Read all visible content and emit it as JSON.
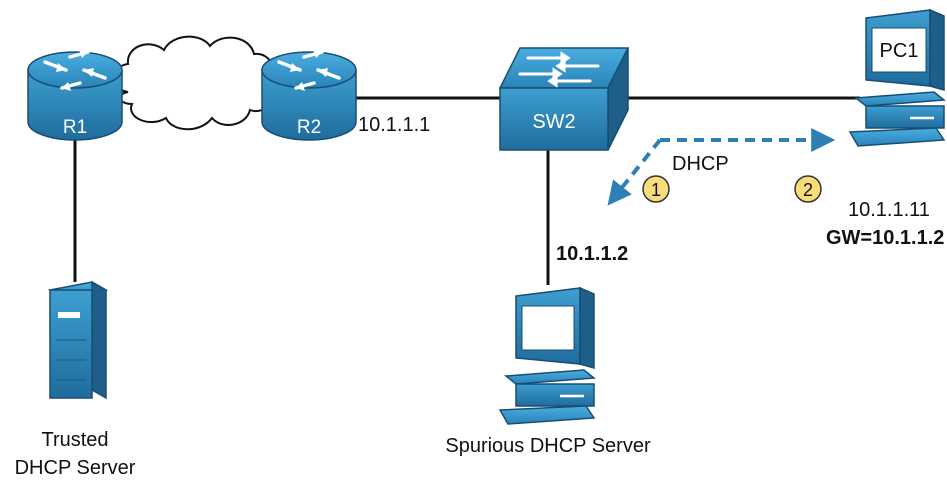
{
  "devices": {
    "r1": {
      "label": "R1"
    },
    "r2": {
      "label": "R2"
    },
    "sw2": {
      "label": "SW2"
    },
    "pc1": {
      "label": "PC1"
    },
    "trusted_server": {
      "label_line1": "Trusted",
      "label_line2": "DHCP Server"
    },
    "spurious_server": {
      "label": "Spurious DHCP Server"
    }
  },
  "addresses": {
    "r2_ip": "10.1.1.1",
    "spurious_ip": "10.1.1.2",
    "pc1_ip": "10.1.1.11",
    "pc1_gw": "GW=10.1.1.2"
  },
  "flow": {
    "protocol": "DHCP",
    "step1": "1",
    "step2": "2"
  },
  "colors": {
    "device_blue": "#2b82b4",
    "device_dark": "#1d5f89",
    "link": "#111111",
    "flow_arrow": "#2d7fb5",
    "step_badge": "#f6dd7a"
  },
  "icons": [
    "router-icon",
    "cloud-icon",
    "switch-icon",
    "pc-icon",
    "server-icon"
  ]
}
